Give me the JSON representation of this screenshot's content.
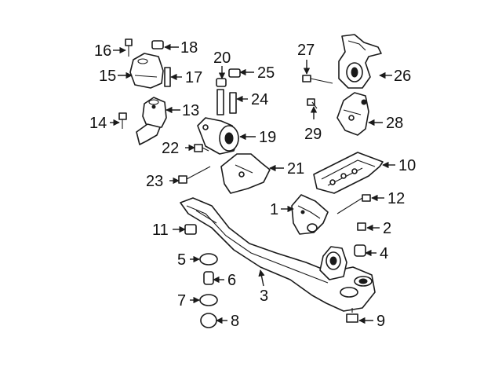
{
  "callouts": {
    "c1": "1",
    "c2": "2",
    "c3": "3",
    "c4": "4",
    "c5": "5",
    "c6": "6",
    "c7": "7",
    "c8": "8",
    "c9": "9",
    "c10": "10",
    "c11": "11",
    "c12": "12",
    "c13": "13",
    "c14": "14",
    "c15": "15",
    "c16": "16",
    "c17": "17",
    "c18": "18",
    "c19": "19",
    "c20": "20",
    "c21": "21",
    "c22": "22",
    "c23": "23",
    "c24": "24",
    "c25": "25",
    "c26": "26",
    "c27": "27",
    "c28": "28",
    "c29": "29"
  },
  "colors": {
    "line": "#1a1a1a",
    "background": "#ffffff"
  }
}
